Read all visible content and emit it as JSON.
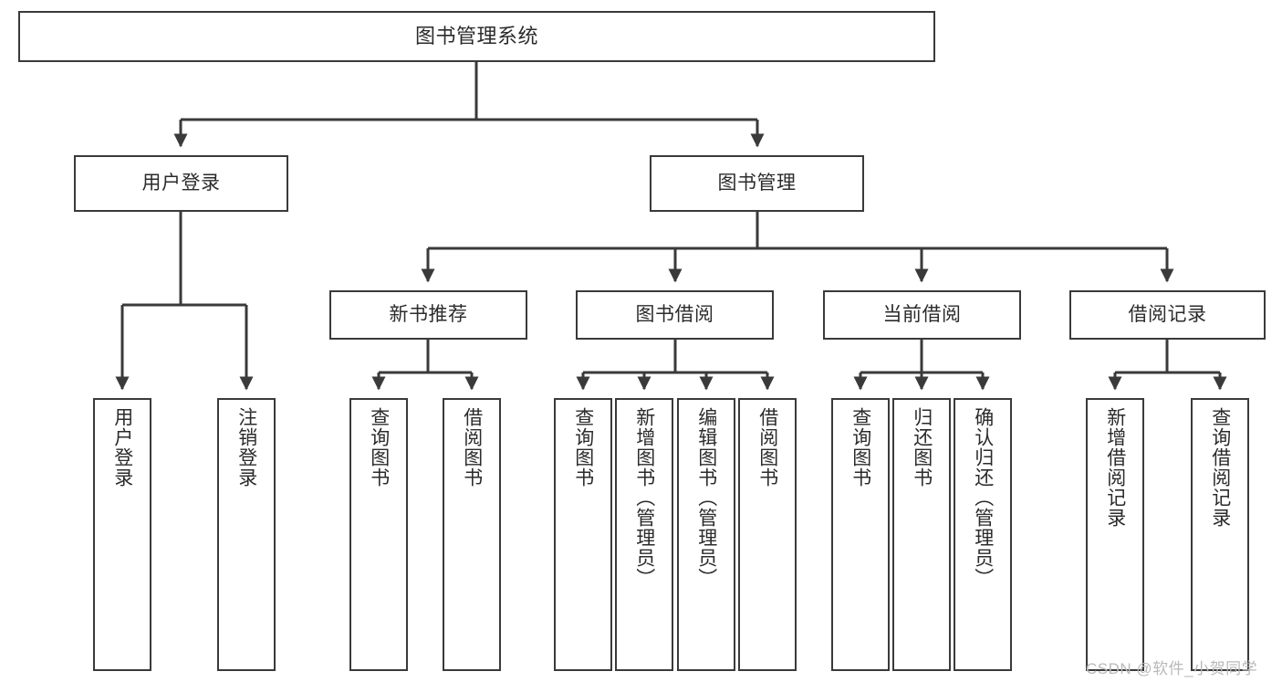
{
  "diagram": {
    "title": "图书管理系统",
    "type": "hierarchy-tree",
    "root": {
      "label": "图书管理系统"
    },
    "level2": [
      {
        "label": "用户登录"
      },
      {
        "label": "图书管理"
      }
    ],
    "level3": [
      {
        "label": "新书推荐"
      },
      {
        "label": "图书借阅"
      },
      {
        "label": "当前借阅"
      },
      {
        "label": "借阅记录"
      }
    ],
    "leaves": {
      "user_login": [
        {
          "label": "用户登录"
        },
        {
          "label": "注销登录"
        }
      ],
      "new_book_recommend": [
        {
          "label": "查询图书"
        },
        {
          "label": "借阅图书"
        }
      ],
      "book_borrow": [
        {
          "label": "查询图书"
        },
        {
          "label": "新增图书（管理员）"
        },
        {
          "label": "编辑图书（管理员）"
        },
        {
          "label": "借阅图书"
        }
      ],
      "current_borrow": [
        {
          "label": "查询图书"
        },
        {
          "label": "归还图书"
        },
        {
          "label": "确认归还（管理员）"
        }
      ],
      "borrow_record": [
        {
          "label": "新增借阅记录"
        },
        {
          "label": "查询借阅记录"
        }
      ]
    }
  },
  "watermark": {
    "text": "CSDN @软件_小贺同学"
  },
  "colors": {
    "box_border": "#3a3a3a",
    "box_fill": "#ffffff",
    "line": "#3a3a3a",
    "text": "#2b2b2b",
    "watermark": "#b9b9b9",
    "background": "#ffffff"
  }
}
